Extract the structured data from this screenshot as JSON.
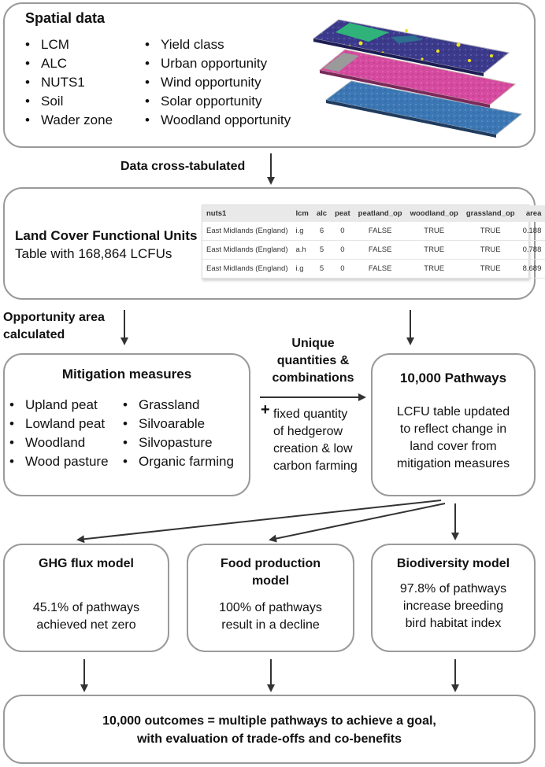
{
  "spatial": {
    "title": "Spatial data",
    "left_items": [
      "LCM",
      "ALC",
      "NUTS1",
      "Soil",
      "Wader zone"
    ],
    "right_items": [
      "Yield class",
      "Urban opportunity",
      "Wind opportunity",
      "Solar opportunity",
      "Woodland opportunity"
    ]
  },
  "arrow_label_1": "Data cross-tabulated",
  "lcfu": {
    "title": "Land Cover Functional Units",
    "subtitle": "Table with 168,864 LCFUs",
    "columns": [
      "nuts1",
      "lcm",
      "alc",
      "peat",
      "peatland_op",
      "woodland_op",
      "grassland_op",
      "area"
    ],
    "rows": [
      [
        "East Midlands (England)",
        "i.g",
        "6",
        "0",
        "FALSE",
        "TRUE",
        "TRUE",
        "0.188"
      ],
      [
        "East Midlands (England)",
        "a.h",
        "5",
        "0",
        "FALSE",
        "TRUE",
        "TRUE",
        "0.788"
      ],
      [
        "East Midlands (England)",
        "i.g",
        "5",
        "0",
        "FALSE",
        "TRUE",
        "TRUE",
        "8.689"
      ]
    ]
  },
  "arrow_label_2": [
    "Opportunity area",
    "calculated"
  ],
  "mitigation": {
    "title": "Mitigation measures",
    "left_items": [
      "Upland peat",
      "Lowland peat",
      "Woodland",
      "Wood pasture"
    ],
    "right_items": [
      "Grassland",
      "Silvoarable",
      "Silvopasture",
      "Organic farming"
    ]
  },
  "middle": {
    "unique_lines": [
      "Unique",
      "quantities &",
      "combinations"
    ],
    "plus": "+",
    "fixed_lines": [
      "fixed quantity",
      "of hedgerow",
      "creation & low",
      "carbon farming"
    ]
  },
  "pathways": {
    "title": "10,000 Pathways",
    "lines": [
      "LCFU table updated",
      "to reflect change in",
      "land cover from",
      "mitigation measures"
    ]
  },
  "models": [
    {
      "title_lines": [
        "GHG flux model"
      ],
      "body_lines": [
        "45.1% of pathways",
        "achieved net zero"
      ]
    },
    {
      "title_lines": [
        "Food production",
        "model"
      ],
      "body_lines": [
        "100% of pathways",
        "result in a decline"
      ]
    },
    {
      "title_lines": [
        "Biodiversity model"
      ],
      "body_lines": [
        "97.8% of pathways",
        "increase breeding",
        "bird habitat index"
      ]
    }
  ],
  "outcomes": {
    "lines": [
      "10,000 outcomes = multiple pathways to achieve a goal,",
      "with evaluation of trade-offs and co-benefits"
    ]
  },
  "colors": {
    "border": "#9a9a9a",
    "arrow": "#333333",
    "map_layer_top": "#3b3a8c",
    "map_layer_mid": "#d64aa0",
    "map_layer_bottom": "#3c77b5"
  }
}
